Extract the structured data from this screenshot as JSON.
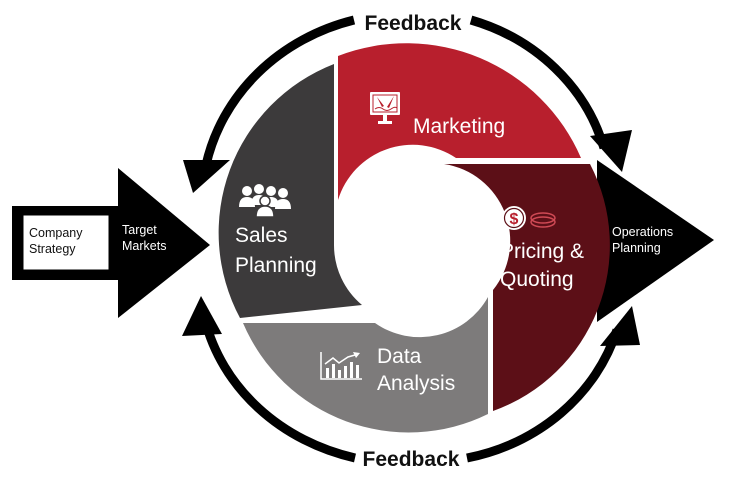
{
  "feedback_top": "Feedback",
  "feedback_bottom": "Feedback",
  "input": {
    "box_line1": "Company",
    "box_line2": "Strategy",
    "arrow_line1": "Target",
    "arrow_line2": "Markets"
  },
  "output": {
    "line1": "Operations",
    "line2": "Planning"
  },
  "segments": {
    "marketing": {
      "label": "Marketing",
      "color": "#b81f2d",
      "icon": "easel-pen-icon"
    },
    "pricing": {
      "line1": "Pricing &",
      "line2": "Quoting",
      "color": "#5c0f17",
      "icon": "dollar-coins-icon"
    },
    "data": {
      "line1": "Data",
      "line2": "Analysis",
      "color": "#7d7b7b",
      "icon": "bar-chart-trend-icon"
    },
    "sales": {
      "line1": "Sales",
      "line2": "Planning",
      "color": "#3c3a3b",
      "icon": "people-group-icon"
    }
  },
  "colors": {
    "arrow": "#000000"
  }
}
